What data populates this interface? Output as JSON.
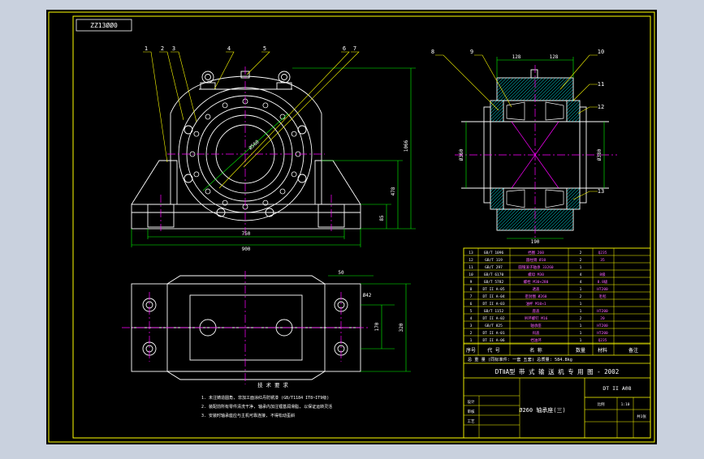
{
  "drawing": {
    "stamp": "ZZ13ØØ0",
    "colors": {
      "canvas": "#000000",
      "frame": "#ffff00",
      "outline": "#ffffff",
      "center_line": "#ff00ff",
      "dimension": "#00ff00",
      "hatch": "#00ffff",
      "leader": "#ffff00"
    },
    "balloons": [
      "1",
      "2",
      "3",
      "4",
      "5",
      "6",
      "7",
      "8",
      "9",
      "10",
      "11",
      "12",
      "13"
    ],
    "dimensions": {
      "d_front_width": "750",
      "d_front_overall": "900",
      "d_height_1": "85",
      "d_height_2": "478",
      "d_height_3": "1066",
      "d_circle": "Ø560",
      "d_side_top_a": "128",
      "d_side_top_b": "128",
      "d_side_bottom": "190",
      "d_side_left": "Ø360",
      "d_side_right": "Ø380",
      "d_plan_top": "50",
      "d_plan_r1": "170",
      "d_plan_r2": "320",
      "d_plan_small": "Ø42"
    }
  },
  "notes": {
    "title": "技 术 要 求",
    "lines": [
      "1. 未注铸造圆角, 非加工面涂红丹防锈漆 (GB/T1184 IT8~IT9级)",
      "2. 装配前所有零件清洗干净, 轴承内加注锂基润滑脂, 以保证运转灵活",
      "3. 安装时轴承座应与主机可靠连接, 不得松动歪斜"
    ]
  },
  "bom": {
    "rows": [
      {
        "no": "13",
        "code": "GB/T 1096",
        "name": "挡圈 260",
        "qty": "2",
        "mat": "Q235",
        "note": ""
      },
      {
        "no": "12",
        "code": "GB/T 119",
        "name": "圆柱销 Ø10",
        "qty": "2",
        "mat": "35",
        "note": ""
      },
      {
        "no": "11",
        "code": "GB/T 297",
        "name": "圆锥滚子轴承 33260",
        "qty": "1",
        "mat": "",
        "note": ""
      },
      {
        "no": "10",
        "code": "GB/T 6170",
        "name": "螺母 M30",
        "qty": "4",
        "mat": "8级",
        "note": ""
      },
      {
        "no": "9",
        "code": "GB/T 5782",
        "name": "螺栓 M30×280",
        "qty": "4",
        "mat": "8.8级",
        "note": ""
      },
      {
        "no": "8",
        "code": "DT II A-05",
        "name": "透盖",
        "qty": "1",
        "mat": "HT200",
        "note": ""
      },
      {
        "no": "7",
        "code": "DT II A-04",
        "name": "密封圈 Ø260",
        "qty": "2",
        "mat": "毛毡",
        "note": ""
      },
      {
        "no": "6",
        "code": "DT II A-03",
        "name": "油杯 M10×1",
        "qty": "1",
        "mat": "",
        "note": ""
      },
      {
        "no": "5",
        "code": "GB/T 1152",
        "name": "座盖",
        "qty": "1",
        "mat": "HT200",
        "note": ""
      },
      {
        "no": "4",
        "code": "DT II A-02",
        "name": "吊环螺钉 M16",
        "qty": "2",
        "mat": "20",
        "note": ""
      },
      {
        "no": "3",
        "code": "GB/T 825",
        "name": "轴承座",
        "qty": "1",
        "mat": "HT200",
        "note": ""
      },
      {
        "no": "2",
        "code": "DT II A-01",
        "name": "闷盖",
        "qty": "1",
        "mat": "HT200",
        "note": ""
      },
      {
        "no": "1",
        "code": "DT II A-06",
        "name": "挡油环",
        "qty": "1",
        "mat": "Q235",
        "note": ""
      }
    ],
    "header": {
      "no": "序号",
      "code": "代 号",
      "name": "名 称",
      "qty": "数量",
      "mat": "材料",
      "note": "备注"
    },
    "summary_line": "总 重 量    (同标准件: 一套 五套)    总质量: 584.8kg",
    "title_line": "DTⅡA型  带 式 输 送 机 专 用 图 - 2002",
    "drawing_no": "DT II A08",
    "part_name": "Ø260 轴承座(三)",
    "small_labels": [
      "设计",
      "审核",
      "工艺",
      "比例",
      "1:10",
      "共1张"
    ]
  }
}
